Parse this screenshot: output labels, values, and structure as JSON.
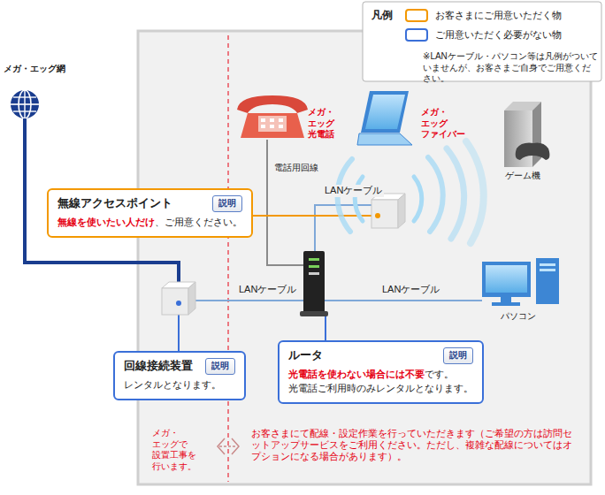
{
  "diagram": {
    "nodes": [
      {
        "text": [
          "無線アクセスポイント",
          "無線を使いたい人だけ",
          "、ご用意ください。"
        ]
      },
      {
        "text": [
          "説明"
        ],
        "in": 0
      },
      {
        "text": [
          "回線接続装置",
          "レンタルとなります。"
        ]
      },
      {
        "text": [
          "説明"
        ],
        "in": 2
      },
      {
        "text": [
          "ルータ",
          "光電話を使わない場合には不要",
          "です。",
          "光電話ご利用時のみレンタルとなります。"
        ]
      },
      {
        "text": [
          "説明"
        ],
        "in": 4
      }
    ],
    "labels": [
      "凡例",
      "※LANケーブル・パソコン等は凡例がついていませんが、お客さまご自身でご用意ください。",
      "メガ・エッグ網",
      "メガ・エッグ 光電話",
      "メガ・エッグ ファイバー",
      "ゲーム機",
      "電話用回線",
      "LANケーブル",
      "LANケーブル",
      "LANケーブル",
      "パソコン",
      "メガ・エッグで 設置工事を 行います。",
      "お客さまにて配線・設定作業を行っていただきます（ご希望の方は訪問セットアップサービスをご利用ください。ただし、複雑な配線についてはオプションになる場合があります）。"
    ],
    "legend": [
      {
        "text": "お客さまにご用意いただく物",
        "color": "#f39800"
      },
      {
        "text": "ご用意いただく必要がない物",
        "color": "#3a6fd8"
      }
    ]
  }
}
